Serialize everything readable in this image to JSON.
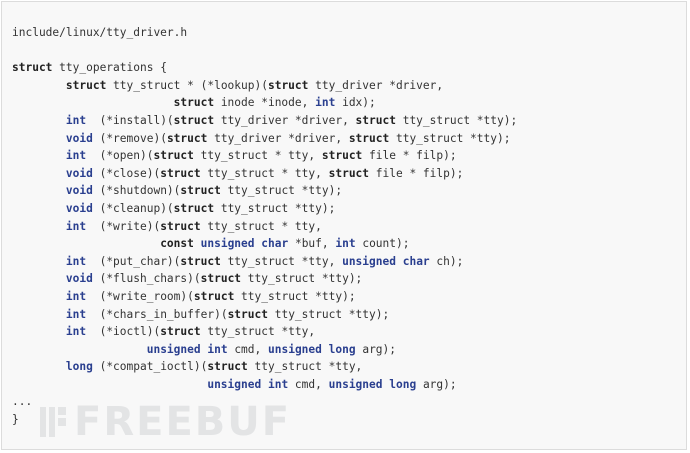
{
  "code": {
    "lines": [
      [
        {
          "t": "include/linux/tty_driver.h",
          "c": ""
        }
      ],
      [
        {
          "t": "",
          "c": ""
        }
      ],
      [
        {
          "t": "struct",
          "c": "kw"
        },
        {
          "t": " tty_operations {",
          "c": ""
        }
      ],
      [
        {
          "t": "        ",
          "c": ""
        },
        {
          "t": "struct",
          "c": "kw"
        },
        {
          "t": " tty_struct * (*lookup)(",
          "c": ""
        },
        {
          "t": "struct",
          "c": "kw"
        },
        {
          "t": " tty_driver *driver,",
          "c": ""
        }
      ],
      [
        {
          "t": "                        ",
          "c": ""
        },
        {
          "t": "struct",
          "c": "kw"
        },
        {
          "t": " inode *inode, ",
          "c": ""
        },
        {
          "t": "int",
          "c": "ty"
        },
        {
          "t": " idx);",
          "c": ""
        }
      ],
      [
        {
          "t": "        ",
          "c": ""
        },
        {
          "t": "int",
          "c": "ty"
        },
        {
          "t": "  (*install)(",
          "c": ""
        },
        {
          "t": "struct",
          "c": "kw"
        },
        {
          "t": " tty_driver *driver, ",
          "c": ""
        },
        {
          "t": "struct",
          "c": "kw"
        },
        {
          "t": " tty_struct *tty);",
          "c": ""
        }
      ],
      [
        {
          "t": "        ",
          "c": ""
        },
        {
          "t": "void",
          "c": "ty"
        },
        {
          "t": " (*remove)(",
          "c": ""
        },
        {
          "t": "struct",
          "c": "kw"
        },
        {
          "t": " tty_driver *driver, ",
          "c": ""
        },
        {
          "t": "struct",
          "c": "kw"
        },
        {
          "t": " tty_struct *tty);",
          "c": ""
        }
      ],
      [
        {
          "t": "        ",
          "c": ""
        },
        {
          "t": "int",
          "c": "ty"
        },
        {
          "t": "  (*open)(",
          "c": ""
        },
        {
          "t": "struct",
          "c": "kw"
        },
        {
          "t": " tty_struct * tty, ",
          "c": ""
        },
        {
          "t": "struct",
          "c": "kw"
        },
        {
          "t": " file * filp);",
          "c": ""
        }
      ],
      [
        {
          "t": "        ",
          "c": ""
        },
        {
          "t": "void",
          "c": "ty"
        },
        {
          "t": " (*close)(",
          "c": ""
        },
        {
          "t": "struct",
          "c": "kw"
        },
        {
          "t": " tty_struct * tty, ",
          "c": ""
        },
        {
          "t": "struct",
          "c": "kw"
        },
        {
          "t": " file * filp);",
          "c": ""
        }
      ],
      [
        {
          "t": "        ",
          "c": ""
        },
        {
          "t": "void",
          "c": "ty"
        },
        {
          "t": " (*shutdown)(",
          "c": ""
        },
        {
          "t": "struct",
          "c": "kw"
        },
        {
          "t": " tty_struct *tty);",
          "c": ""
        }
      ],
      [
        {
          "t": "        ",
          "c": ""
        },
        {
          "t": "void",
          "c": "ty"
        },
        {
          "t": " (*cleanup)(",
          "c": ""
        },
        {
          "t": "struct",
          "c": "kw"
        },
        {
          "t": " tty_struct *tty);",
          "c": ""
        }
      ],
      [
        {
          "t": "        ",
          "c": ""
        },
        {
          "t": "int",
          "c": "ty"
        },
        {
          "t": "  (*write)(",
          "c": ""
        },
        {
          "t": "struct",
          "c": "kw"
        },
        {
          "t": " tty_struct * tty,",
          "c": ""
        }
      ],
      [
        {
          "t": "                      ",
          "c": ""
        },
        {
          "t": "const",
          "c": "kw"
        },
        {
          "t": " ",
          "c": ""
        },
        {
          "t": "unsigned",
          "c": "ty"
        },
        {
          "t": " ",
          "c": ""
        },
        {
          "t": "char",
          "c": "ty"
        },
        {
          "t": " *buf, ",
          "c": ""
        },
        {
          "t": "int",
          "c": "ty"
        },
        {
          "t": " count);",
          "c": ""
        }
      ],
      [
        {
          "t": "        ",
          "c": ""
        },
        {
          "t": "int",
          "c": "ty"
        },
        {
          "t": "  (*put_char)(",
          "c": ""
        },
        {
          "t": "struct",
          "c": "kw"
        },
        {
          "t": " tty_struct *tty, ",
          "c": ""
        },
        {
          "t": "unsigned",
          "c": "ty"
        },
        {
          "t": " ",
          "c": ""
        },
        {
          "t": "char",
          "c": "ty"
        },
        {
          "t": " ch);",
          "c": ""
        }
      ],
      [
        {
          "t": "        ",
          "c": ""
        },
        {
          "t": "void",
          "c": "ty"
        },
        {
          "t": " (*flush_chars)(",
          "c": ""
        },
        {
          "t": "struct",
          "c": "kw"
        },
        {
          "t": " tty_struct *tty);",
          "c": ""
        }
      ],
      [
        {
          "t": "        ",
          "c": ""
        },
        {
          "t": "int",
          "c": "ty"
        },
        {
          "t": "  (*write_room)(",
          "c": ""
        },
        {
          "t": "struct",
          "c": "kw"
        },
        {
          "t": " tty_struct *tty);",
          "c": ""
        }
      ],
      [
        {
          "t": "        ",
          "c": ""
        },
        {
          "t": "int",
          "c": "ty"
        },
        {
          "t": "  (*chars_in_buffer)(",
          "c": ""
        },
        {
          "t": "struct",
          "c": "kw"
        },
        {
          "t": " tty_struct *tty);",
          "c": ""
        }
      ],
      [
        {
          "t": "        ",
          "c": ""
        },
        {
          "t": "int",
          "c": "ty"
        },
        {
          "t": "  (*ioctl)(",
          "c": ""
        },
        {
          "t": "struct",
          "c": "kw"
        },
        {
          "t": " tty_struct *tty,",
          "c": ""
        }
      ],
      [
        {
          "t": "                    ",
          "c": ""
        },
        {
          "t": "unsigned",
          "c": "ty"
        },
        {
          "t": " ",
          "c": ""
        },
        {
          "t": "int",
          "c": "ty"
        },
        {
          "t": " cmd, ",
          "c": ""
        },
        {
          "t": "unsigned",
          "c": "ty"
        },
        {
          "t": " ",
          "c": ""
        },
        {
          "t": "long",
          "c": "ty"
        },
        {
          "t": " arg);",
          "c": ""
        }
      ],
      [
        {
          "t": "        ",
          "c": ""
        },
        {
          "t": "long",
          "c": "ty"
        },
        {
          "t": " (*compat_ioctl)(",
          "c": ""
        },
        {
          "t": "struct",
          "c": "kw"
        },
        {
          "t": " tty_struct *tty,",
          "c": ""
        }
      ],
      [
        {
          "t": "                             ",
          "c": ""
        },
        {
          "t": "unsigned",
          "c": "ty"
        },
        {
          "t": " ",
          "c": ""
        },
        {
          "t": "int",
          "c": "ty"
        },
        {
          "t": " cmd, ",
          "c": ""
        },
        {
          "t": "unsigned",
          "c": "ty"
        },
        {
          "t": " ",
          "c": ""
        },
        {
          "t": "long",
          "c": "ty"
        },
        {
          "t": " arg);",
          "c": ""
        }
      ],
      [
        {
          "t": "...",
          "c": ""
        }
      ],
      [
        {
          "t": "}",
          "c": ""
        }
      ]
    ]
  },
  "watermark": {
    "text": "FREEBUF"
  },
  "colors": {
    "background": "#f8f8f8",
    "text": "#333333",
    "keyword": "#222222",
    "type_keyword": "#2a3f8f",
    "watermark": "#9aa0a6"
  }
}
